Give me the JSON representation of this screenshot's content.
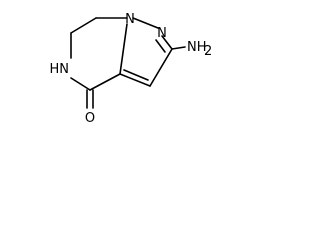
{
  "molecule": {
    "atoms": {
      "n_bridge": "N",
      "n_pyrazole": "N",
      "amino": "NH",
      "amino_sub": "2",
      "lactam_nh": "HN",
      "carbonyl_o": "O"
    }
  }
}
